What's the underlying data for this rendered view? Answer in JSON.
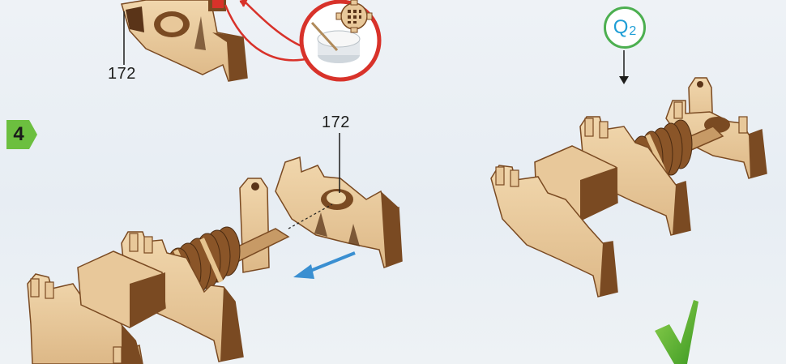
{
  "page": {
    "step_number": "4"
  },
  "labels": {
    "part_top": "172",
    "part_mid": "172"
  },
  "quality_badge": {
    "letter": "Q",
    "index": "2"
  },
  "colors": {
    "wood_light": "#e8c89a",
    "wood_edge": "#7a4a22",
    "wood_dark": "#5a3418",
    "step_green": "#6cbf3f",
    "red_arrow": "#d8322a",
    "blue_arrow": "#3a8fd1",
    "check_green": "#5cb832",
    "q_circle": "#4caf50",
    "q_text": "#1f9ed6"
  }
}
